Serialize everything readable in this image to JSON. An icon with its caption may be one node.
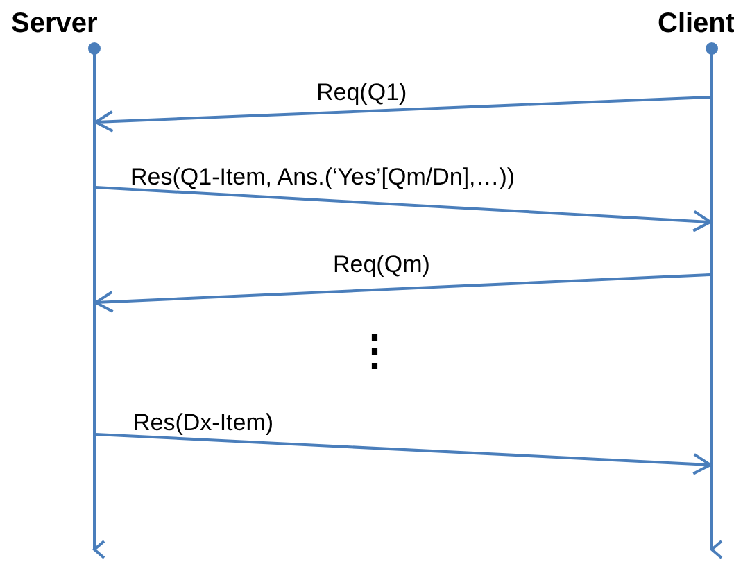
{
  "diagram": {
    "nodes": [
      {
        "text": [
          "Server"
        ]
      },
      {
        "text": [
          "Client"
        ]
      }
    ],
    "edges": [
      {
        "from": 1,
        "to": 0,
        "arrow": "to",
        "label": "Req(Q1)"
      },
      {
        "from": 0,
        "to": 1,
        "arrow": "to",
        "label": "Res(Q1-Item, Ans.(‘Yes’[Qm/Dn],…))"
      },
      {
        "from": 1,
        "to": 0,
        "arrow": "to",
        "label": "Req(Qm)"
      },
      {
        "from": 0,
        "to": 1,
        "arrow": "to",
        "label": "Res(Dx-Item)"
      }
    ],
    "labels": [
      "⋮"
    ]
  }
}
